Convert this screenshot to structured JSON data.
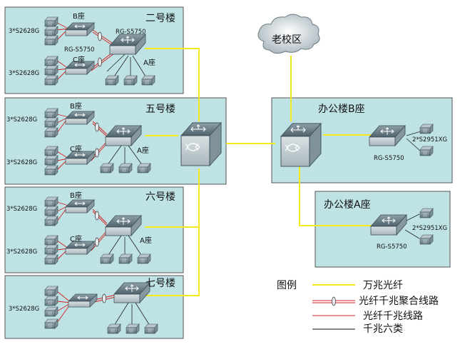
{
  "buildings": {
    "b2": {
      "title": "二号楼",
      "labels": {
        "b_zuo": "B座",
        "c_zuo": "C座",
        "a_zuo": "A座",
        "core_model": "RG-S5750",
        "b_model": "RG-S5750",
        "count_top": "3*S2628G",
        "count_bottom": "3*S2628G"
      }
    },
    "b5": {
      "title": "五号楼",
      "labels": {
        "b_zuo": "B座",
        "c_zuo": "C座",
        "a_zuo": "A座",
        "count_top": "3*S2628G",
        "count_bottom": "3*S2628G"
      }
    },
    "b6": {
      "title": "六号楼",
      "labels": {
        "b_zuo": "B座",
        "c_zuo": "C座",
        "a_zuo": "A座",
        "count_top": "3*S2628G",
        "count_bottom": "3*S2628G"
      }
    },
    "b7": {
      "title": "七号楼",
      "labels": {
        "count": "3*S2628G"
      }
    },
    "officeB": {
      "title": "办公楼B座",
      "labels": {
        "model": "RG-S5750",
        "count": "2*S2951XG"
      }
    },
    "officeA": {
      "title": "办公楼A座",
      "labels": {
        "model": "RG-S5750",
        "count": "2*S2951XG"
      }
    }
  },
  "cloud": {
    "label": "老校区"
  },
  "legend": {
    "title": "图例",
    "items": [
      {
        "label": "万兆光纤",
        "color": "#f2ea1f"
      },
      {
        "label": "光纤千兆聚合线路",
        "color": "#d42020"
      },
      {
        "label": "光纤千兆线路",
        "color": "#d42020"
      },
      {
        "label": "千兆六类",
        "color": "#111111"
      }
    ]
  },
  "colors": {
    "panel_fill": "#bfe3e5",
    "panel_stroke": "#555555",
    "fiber_10g": "#f2ea1f",
    "fiber_1g": "#d42020",
    "cat6": "#222222",
    "device_dark": "#6a7e88",
    "device_light": "#c9d4d9"
  }
}
